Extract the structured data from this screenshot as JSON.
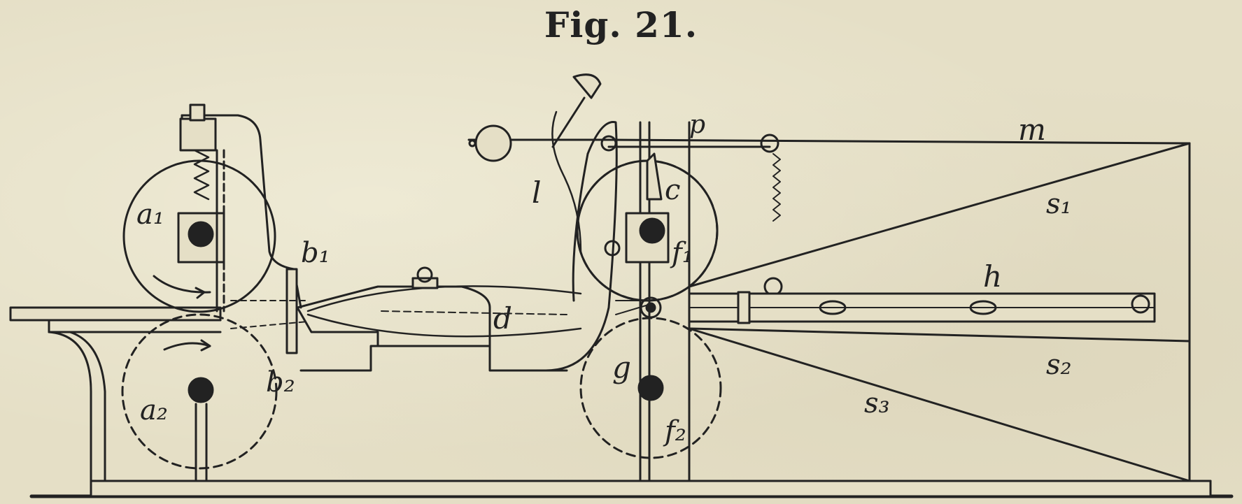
{
  "figure": {
    "title": "Fig. 21."
  },
  "labels": {
    "a1": "a₁",
    "a2": "a₂",
    "b1": "b₁",
    "b2": "b₂",
    "d": "d",
    "l": "l",
    "c": "c",
    "f1": "f₁",
    "f2": "f₂",
    "g": "g",
    "h": "h",
    "m": "m",
    "p": "p",
    "s1": "s₁",
    "s2": "s₂",
    "s3": "s₃"
  },
  "colors": {
    "ink": "#222222",
    "paper": "#e5dfc6"
  }
}
